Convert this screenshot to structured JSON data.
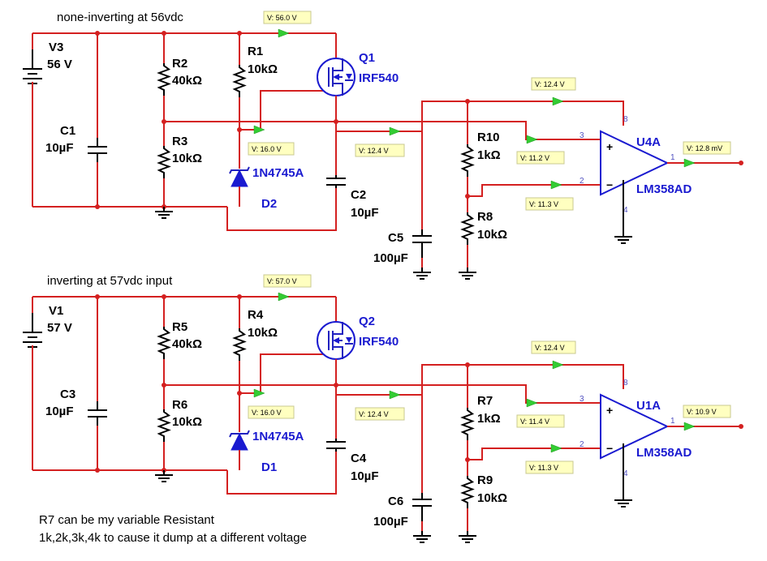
{
  "circuits": [
    {
      "title": "none-inverting at 56vdc",
      "source": {
        "ref": "V3",
        "value": "56 V"
      },
      "cap_in": {
        "ref": "C1",
        "value": "10µF"
      },
      "r_top": {
        "ref": "R2",
        "value": "40kΩ"
      },
      "r_bot": {
        "ref": "R3",
        "value": "10kΩ"
      },
      "r_gate": {
        "ref": "R1",
        "value": "10kΩ"
      },
      "mosfet": {
        "ref": "Q1",
        "part": "IRF540"
      },
      "zener": {
        "ref": "D2",
        "part": "1N4745A"
      },
      "cap_out": {
        "ref": "C2",
        "value": "10µF"
      },
      "cap_big": {
        "ref": "C5",
        "value": "100µF"
      },
      "r_div_top": {
        "ref": "R10",
        "value": "1kΩ"
      },
      "r_div_bot": {
        "ref": "R8",
        "value": "10kΩ"
      },
      "opamp": {
        "ref": "U4A",
        "part": "LM358AD",
        "pin_plus": "3",
        "pin_minus": "2",
        "pin_out": "1",
        "pin_vcc": "8",
        "pin_gnd": "4",
        "plus_sign": "+",
        "minus_sign": "−"
      },
      "probes": {
        "top": "V: 56.0 V",
        "zener": "V: 16.0 V",
        "source": "V: 12.4 V",
        "rail": "V: 12.4 V",
        "plus": "V: 11.2 V",
        "minus": "V: 11.3 V",
        "out": "V: 12.8 mV"
      }
    },
    {
      "title": "inverting at 57vdc input",
      "source": {
        "ref": "V1",
        "value": "57 V"
      },
      "cap_in": {
        "ref": "C3",
        "value": "10µF"
      },
      "r_top": {
        "ref": "R5",
        "value": "40kΩ"
      },
      "r_bot": {
        "ref": "R6",
        "value": "10kΩ"
      },
      "r_gate": {
        "ref": "R4",
        "value": "10kΩ"
      },
      "mosfet": {
        "ref": "Q2",
        "part": "IRF540"
      },
      "zener": {
        "ref": "D1",
        "part": "1N4745A"
      },
      "cap_out": {
        "ref": "C4",
        "value": "10µF"
      },
      "cap_big": {
        "ref": "C6",
        "value": "100µF"
      },
      "r_div_top": {
        "ref": "R7",
        "value": "1kΩ"
      },
      "r_div_bot": {
        "ref": "R9",
        "value": "10kΩ"
      },
      "opamp": {
        "ref": "U1A",
        "part": "LM358AD",
        "pin_plus": "3",
        "pin_minus": "2",
        "pin_out": "1",
        "pin_vcc": "8",
        "pin_gnd": "4",
        "plus_sign": "+",
        "minus_sign": "−"
      },
      "probes": {
        "top": "V: 57.0 V",
        "zener": "V: 16.0 V",
        "source": "V: 12.4 V",
        "rail": "V: 12.4 V",
        "plus": "V: 11.4 V",
        "minus": "V: 11.3 V",
        "out": "V: 10.9 V"
      }
    }
  ],
  "notes": [
    "R7 can be my variable Resistant",
    "1k,2k,3k,4k to cause it dump at a different voltage"
  ]
}
